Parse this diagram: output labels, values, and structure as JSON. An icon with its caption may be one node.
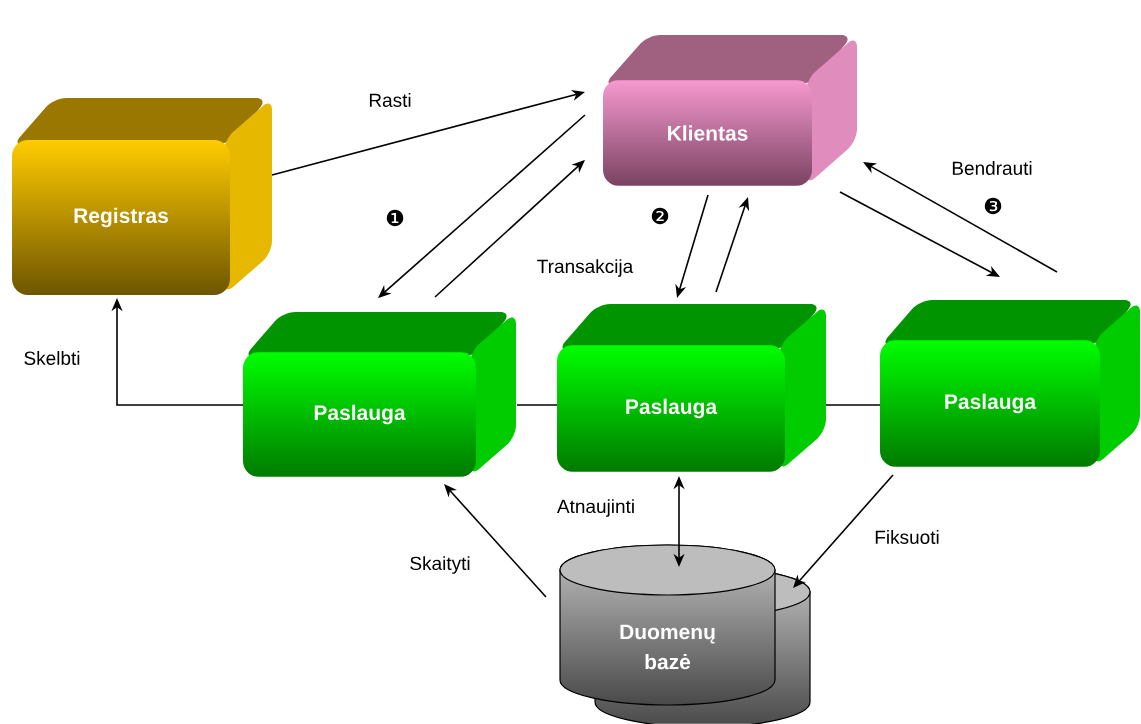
{
  "diagram": {
    "nodes": [
      {
        "text": [
          "Klientas"
        ]
      },
      {
        "text": [
          "Registras"
        ]
      },
      {
        "text": [
          "Paslauga"
        ]
      },
      {
        "text": [
          "Paslauga"
        ]
      },
      {
        "text": [
          "Paslauga"
        ]
      },
      {
        "text": [
          "Duomenų bazė"
        ]
      }
    ],
    "edges": [
      {
        "from": 1,
        "to": 0,
        "arrow": "to",
        "label": "Rasti"
      },
      {
        "from": 0,
        "to": 2,
        "arrow": "to"
      },
      {
        "from": 2,
        "to": 0,
        "arrow": "to"
      },
      {
        "from": 0,
        "to": 3,
        "arrow": "to"
      },
      {
        "from": 3,
        "to": 0,
        "arrow": "to"
      },
      {
        "from": 0,
        "to": 4,
        "arrow": "to"
      },
      {
        "from": 4,
        "to": 0,
        "arrow": "to",
        "label": "Bendrauti"
      },
      {
        "from": 2,
        "to": 1,
        "arrow": "to",
        "label": "Skelbti"
      },
      {
        "from": 2,
        "to": 3,
        "arrow": "none"
      },
      {
        "from": 3,
        "to": 4,
        "arrow": "none"
      },
      {
        "from": 5,
        "to": 2,
        "arrow": "to",
        "label": "Skaityti"
      },
      {
        "from": 3,
        "to": 5,
        "arrow": "both",
        "label": "Atnaujinti"
      },
      {
        "from": 4,
        "to": 5,
        "arrow": "to",
        "label": "Fiksuoti"
      }
    ],
    "labels": [
      "❶",
      "❷",
      "Transakcija",
      "❸"
    ]
  }
}
